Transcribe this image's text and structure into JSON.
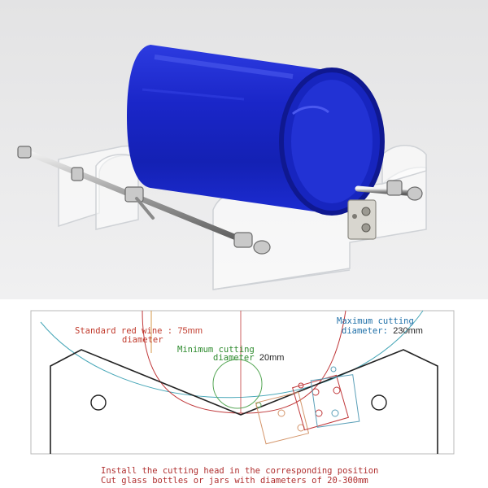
{
  "labels": {
    "standard_line1": "Standard red wine : ",
    "standard_value": "75mm",
    "standard_line2": "diameter",
    "minimum_line1": "Minimum cutting",
    "minimum_line2": "diameter ",
    "minimum_value": "20mm",
    "maximum_line1": "Maximum cutting",
    "maximum_line2": "diameter: ",
    "maximum_value": "230mm"
  },
  "caption": {
    "line1": "Install the cutting head in the corresponding position",
    "line2": "Cut glass bottles or jars with diameters of 20-300mm"
  },
  "colors": {
    "bottle_blue": "#1f2fd6",
    "standard_text": "#c0392b",
    "minimum_text": "#2e8b2e",
    "maximum_text": "#1e6fa8",
    "caption_text": "#b03030",
    "photo_bg": "#e9e9ea"
  },
  "icons": {
    "bottle": "blue-glass-bottle",
    "cutter": "acrylic-bottle-cutter"
  }
}
